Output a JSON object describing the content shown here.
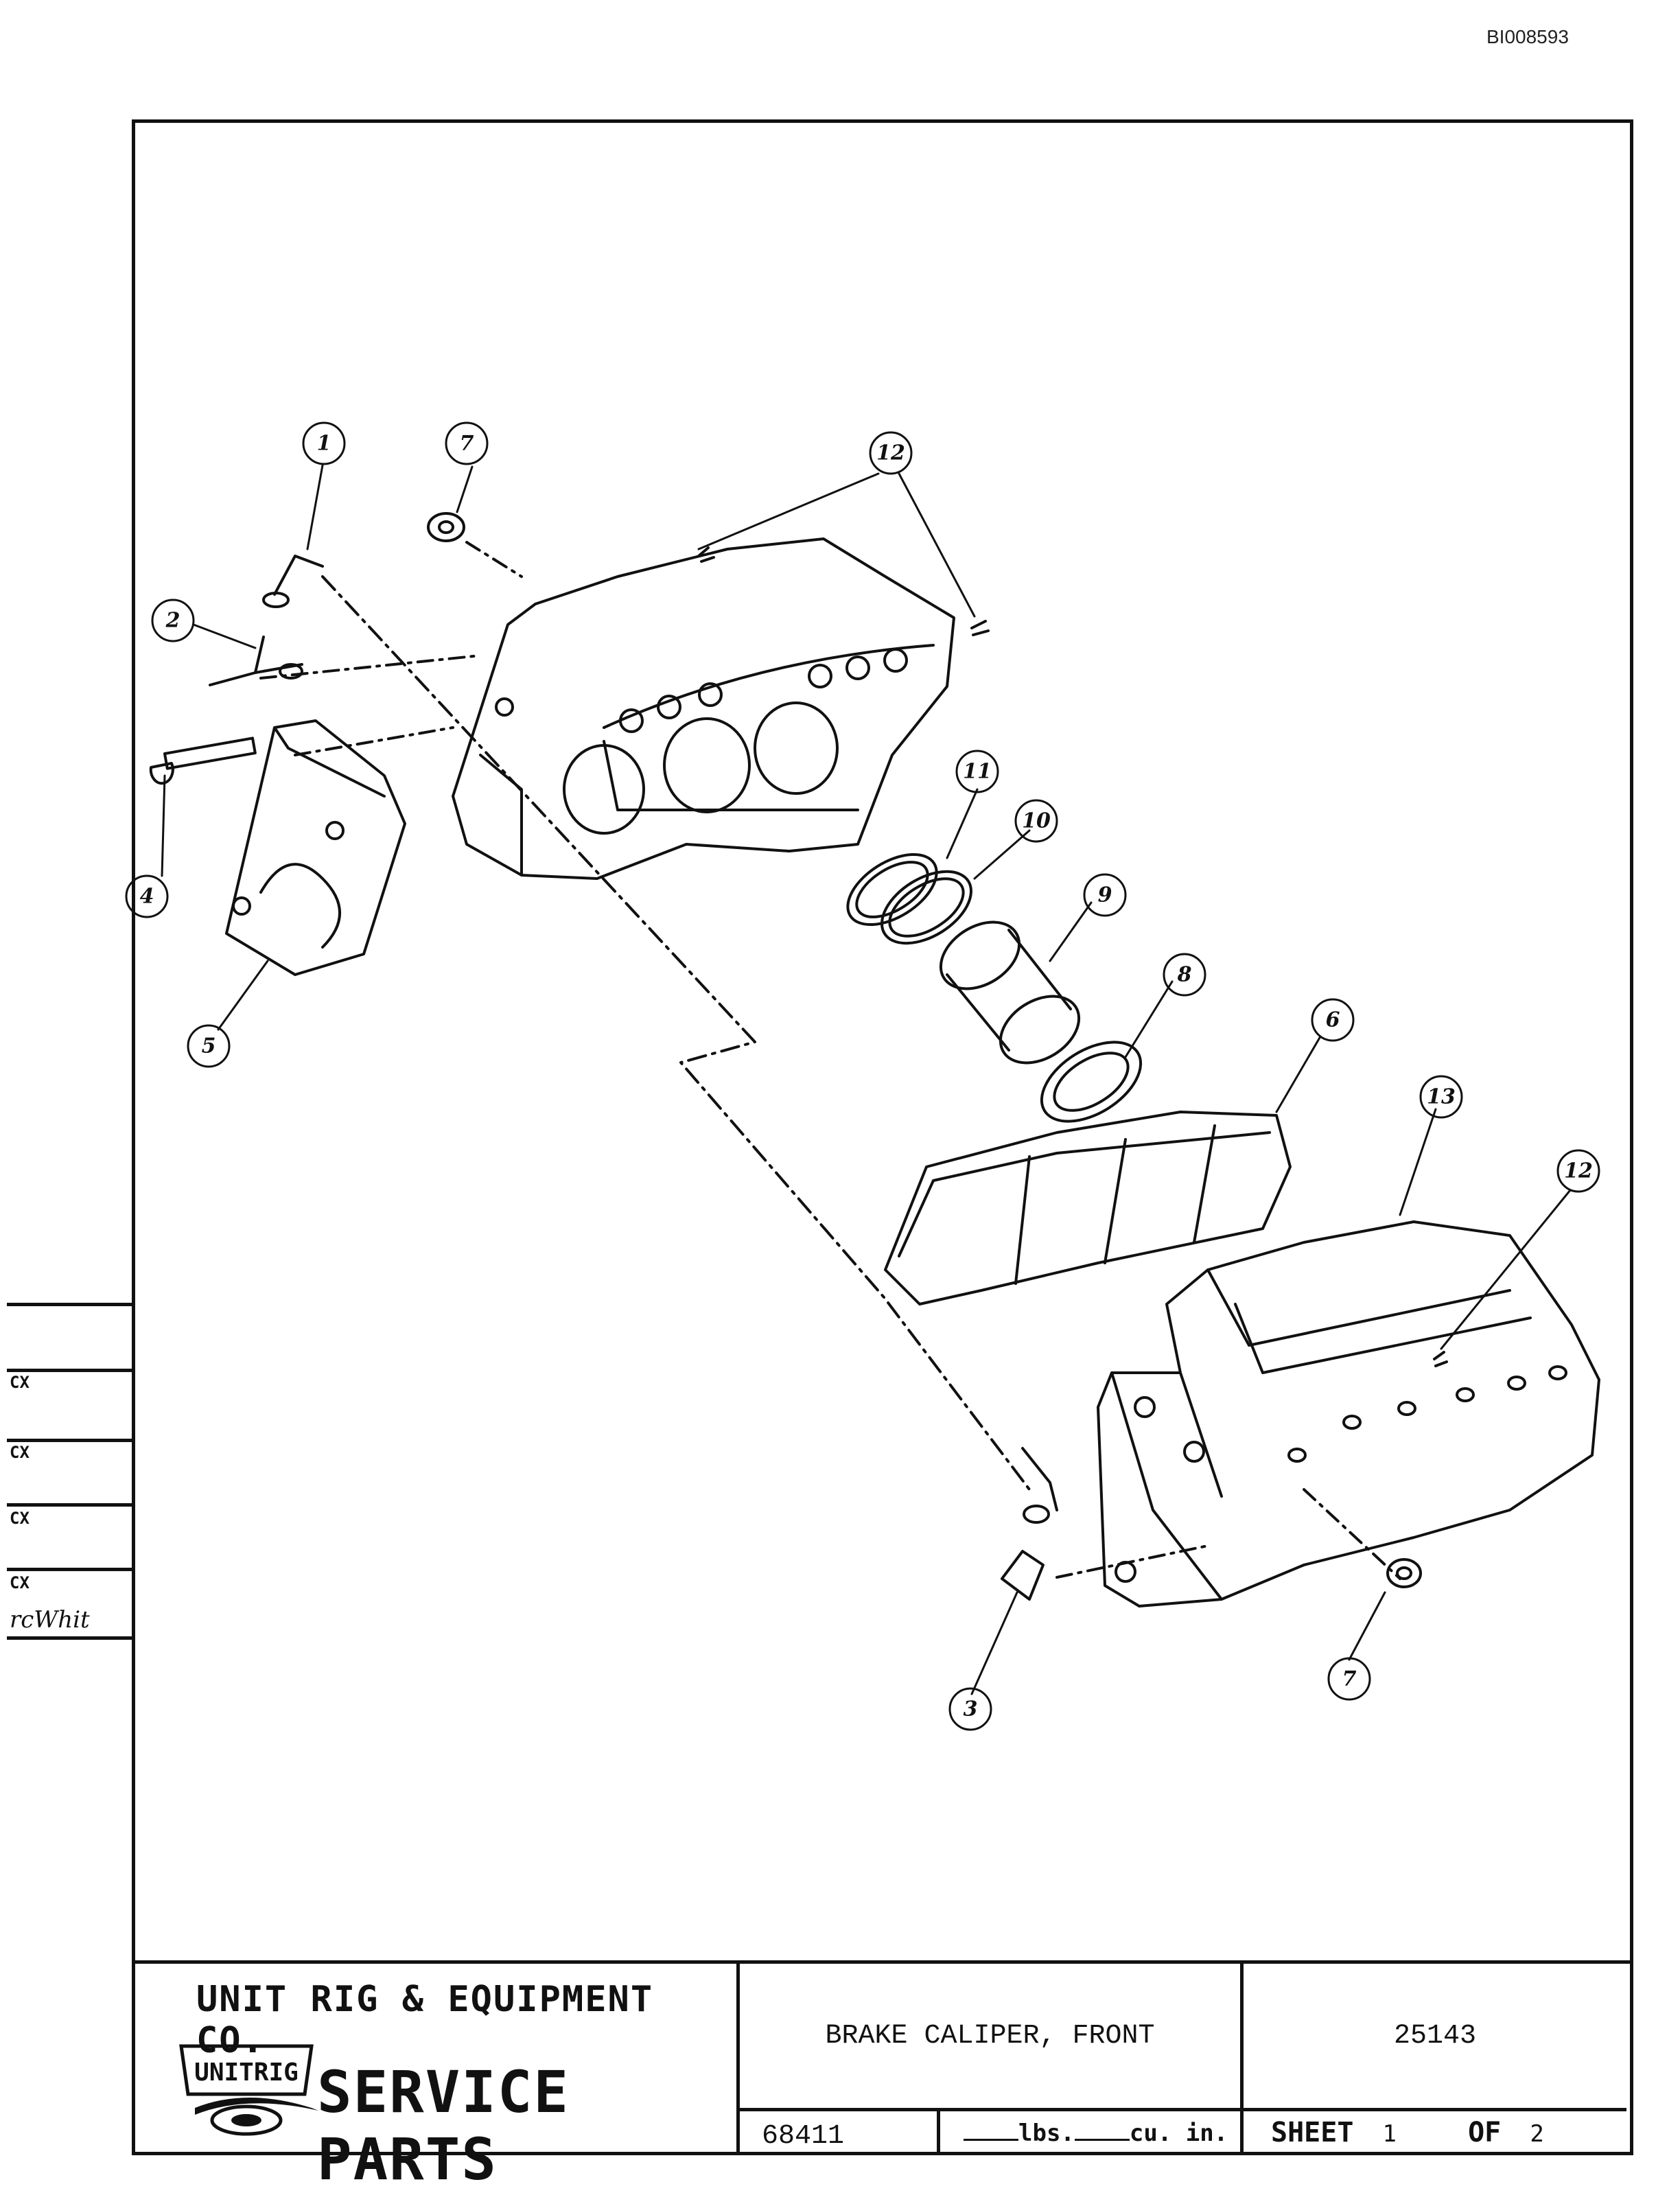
{
  "document_id": "BI008593",
  "callouts": {
    "c1": "1",
    "c2": "2",
    "c3": "3",
    "c4": "4",
    "c5": "5",
    "c6": "6",
    "c7a": "7",
    "c7b": "7",
    "c8": "8",
    "c9": "9",
    "c10": "10",
    "c11": "11",
    "c12a": "12",
    "c12b": "12",
    "c13": "13"
  },
  "title_block": {
    "company": "UNIT RIG & EQUIPMENT CO.",
    "logo_text": "UNITRIG",
    "department": "SERVICE PARTS",
    "drawing_title": "BRAKE CALIPER, FRONT",
    "drawing_number": "25143",
    "code": "68411",
    "weight_label": "lbs.",
    "volume_label": "cu. in.",
    "sheet_label": "SHEET",
    "sheet_number": "1",
    "of_label": "OF",
    "sheet_total": "2"
  },
  "margin_tabs": {
    "tab1": "CX",
    "tab2": "CX",
    "tab3": "CX",
    "tab4": "CX",
    "handwriting": "rcWhit"
  }
}
